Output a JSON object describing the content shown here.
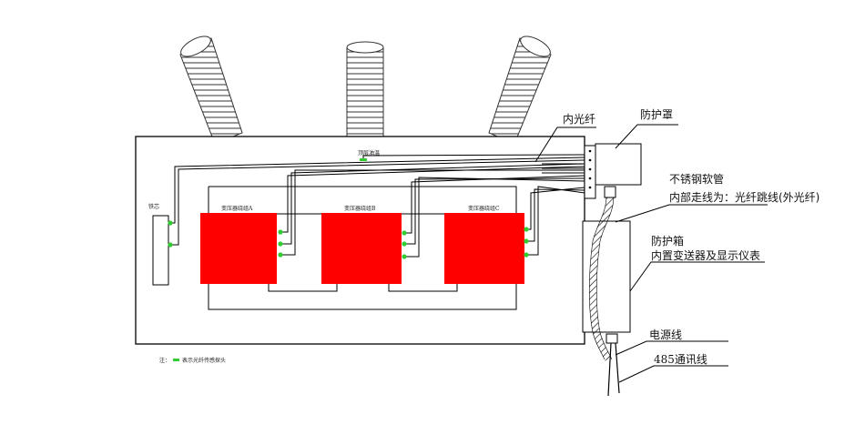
{
  "labels": {
    "inner_fiber": "内光纤",
    "shield": "防护罩",
    "stainless_hose": "不锈钢软管",
    "inner_routing": "内部走线为：光纤跳线(外光纤)",
    "protect_box": "防护箱",
    "protect_box_desc": "内置变送器及显示仪表",
    "power_line": "电源线",
    "rs485_line": "485通讯线",
    "iron_core": "铁芯",
    "top_temp": "顶层油温",
    "winding_a": "变压器绕组A",
    "winding_b": "变压器绕组B",
    "winding_c": "变压器绕组C",
    "note_prefix": "注：",
    "note_text": "表示光纤传感探头"
  },
  "colors": {
    "winding": "#ff0000",
    "sensor": "#33cc33",
    "line": "#000000"
  }
}
